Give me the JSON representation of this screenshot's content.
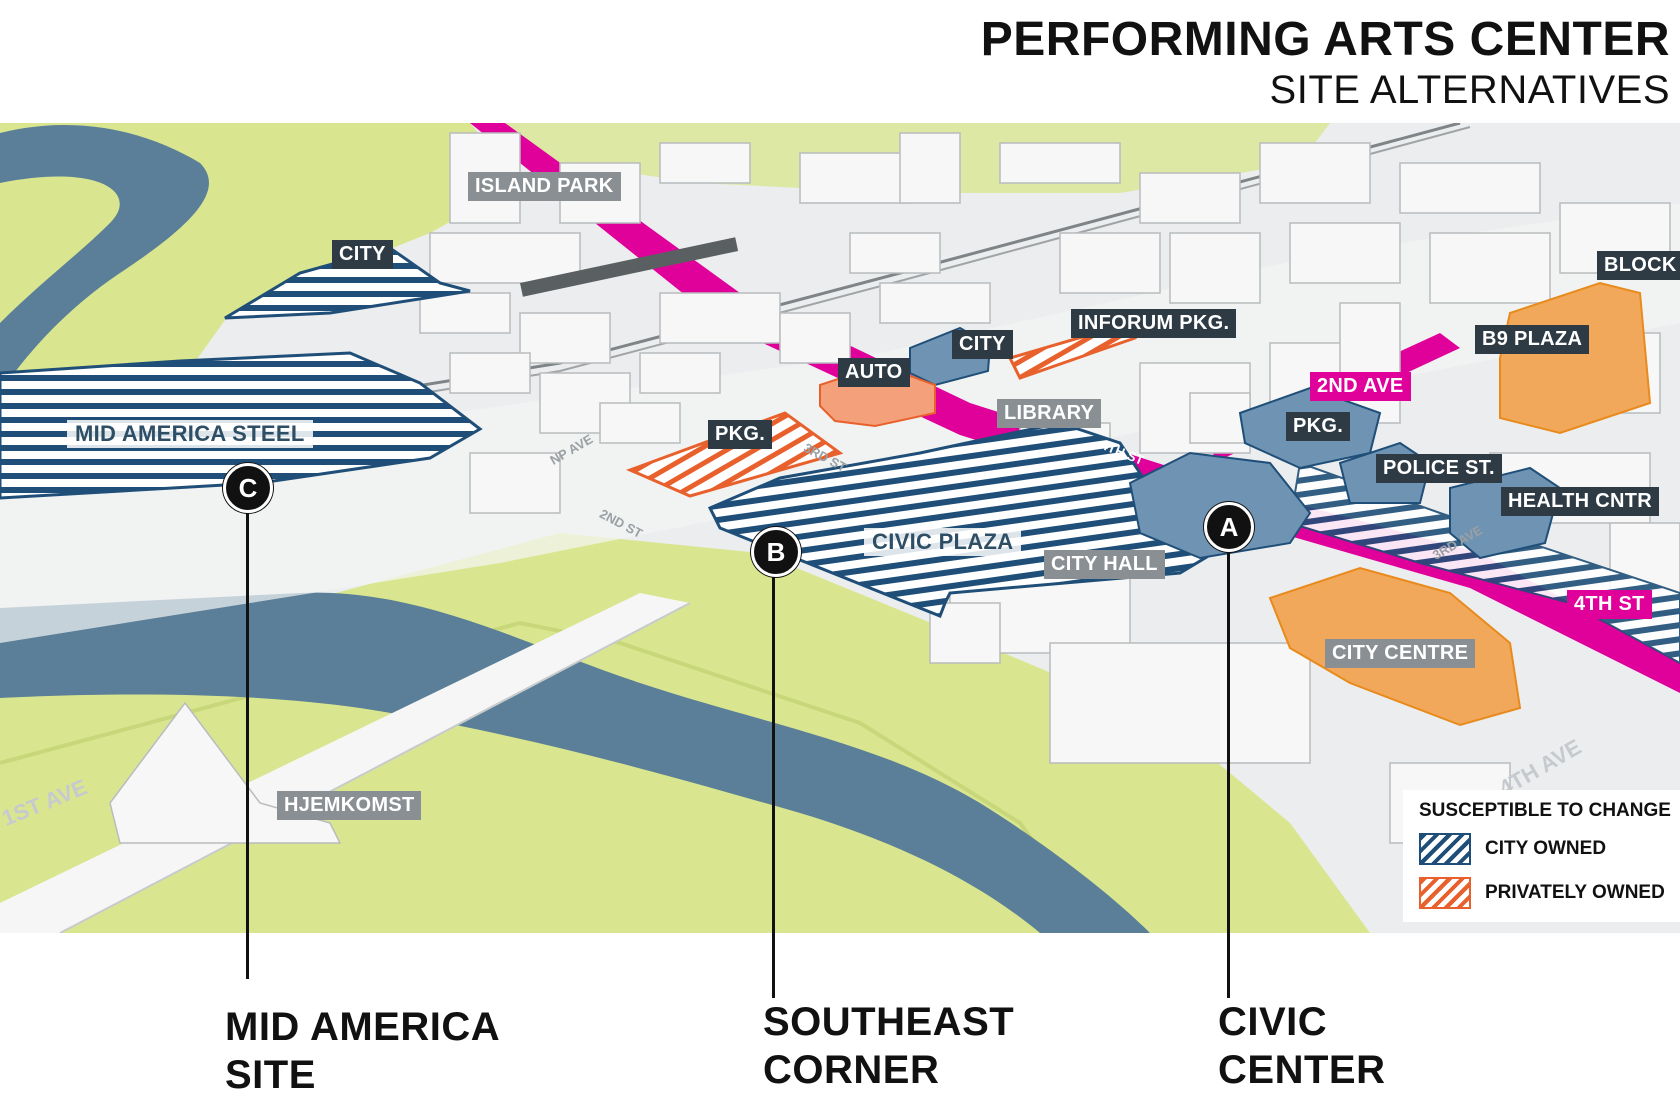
{
  "title": {
    "main": "PERFORMING ARTS CENTER",
    "sub": "SITE ALTERNATIVES"
  },
  "map_labels": {
    "island_park": "ISLAND PARK",
    "city_north": "CITY",
    "mid_america_steel": "MID AMERICA STEEL",
    "auto": "AUTO",
    "city_mid": "CITY",
    "inforum_pkg": "INFORUM PKG.",
    "library": "LIBRARY",
    "pkg_left": "PKG.",
    "civic_plaza": "CIVIC PLAZA",
    "city_hall": "CITY HALL",
    "pkg_right": "PKG.",
    "police_st": "POLICE ST.",
    "health_cntr": "HEALTH CNTR",
    "city_centre": "CITY CENTRE",
    "block": "BLOCK",
    "b9_plaza": "B9 PLAZA",
    "second_ave": "2ND AVE",
    "fourth_st": "4TH ST",
    "hjemkomst": "HJEMKOMST"
  },
  "streets": {
    "np_ave": "NP AVE",
    "third_st": "3RD ST",
    "second_st": "2ND ST",
    "fourth_st_small": "4TH ST",
    "third_ave": "3RD AVE",
    "first_ave": "1ST AVE",
    "fourth_ave": "4TH AVE"
  },
  "markers": {
    "a": "A",
    "b": "B",
    "c": "C"
  },
  "sites": {
    "c": {
      "line1": "MID AMERICA",
      "line2": "SITE"
    },
    "b": {
      "line1": "SOUTHEAST",
      "line2": "CORNER"
    },
    "a": {
      "line1": "CIVIC",
      "line2": "CENTER"
    }
  },
  "legend": {
    "title": "SUSCEPTIBLE TO CHANGE",
    "city_owned": "CITY OWNED",
    "privately_owned": "PRIVATELY OWNED"
  },
  "colors": {
    "river": "#5b7f98",
    "park": "#d9e68f",
    "city_owned": "#1f4f78",
    "privately_owned": "#e8612c",
    "private_fill": "#f2a85a",
    "city_fill": "#6f93b3",
    "corridor": "#e0009a"
  }
}
